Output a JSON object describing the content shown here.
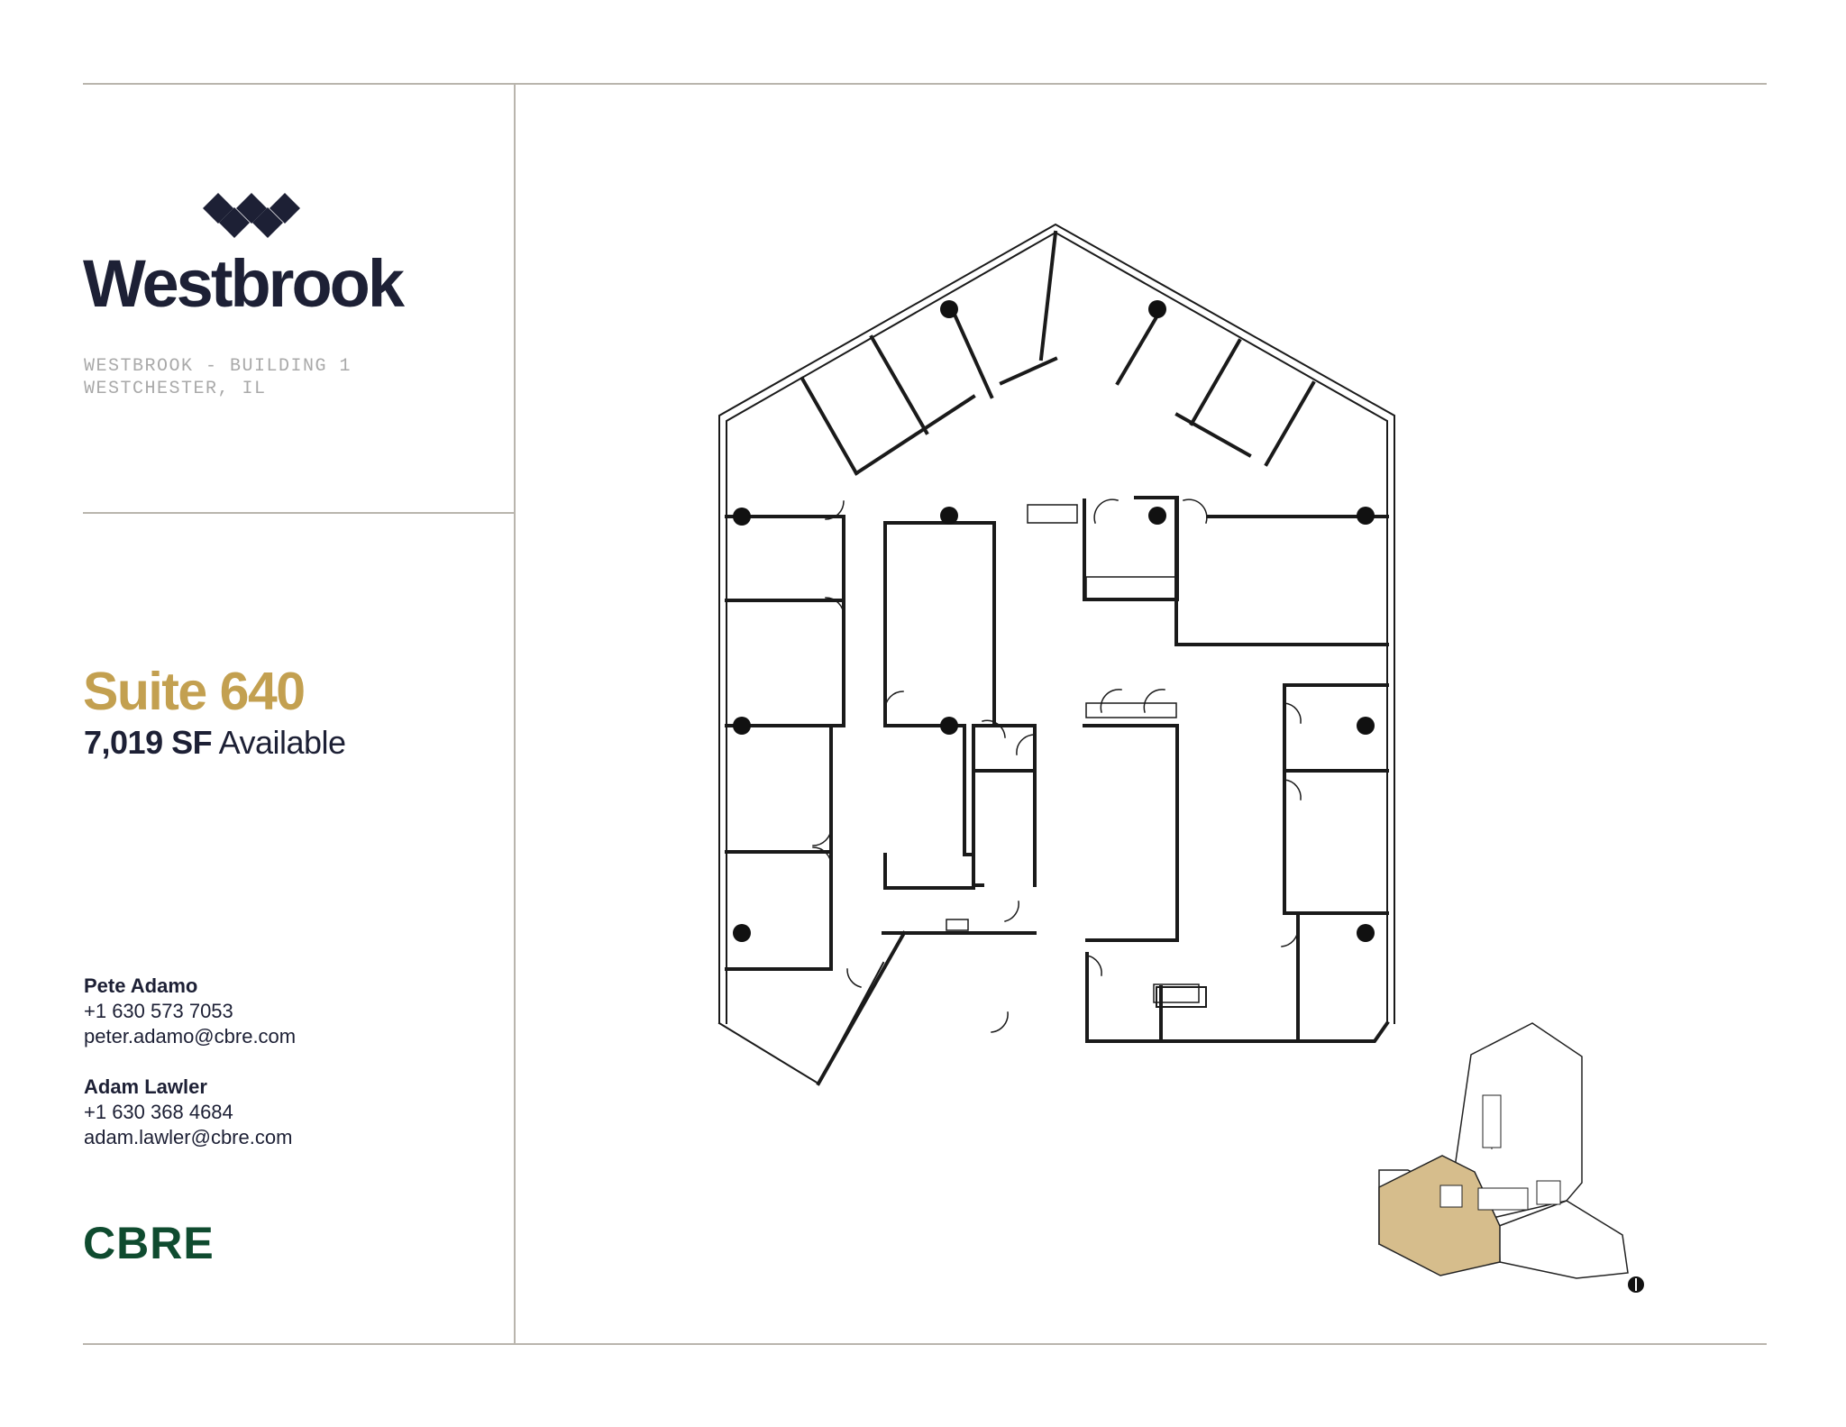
{
  "brand": {
    "name": "Westbrook",
    "address_line1": "WESTBROOK - BUILDING 1",
    "address_line2": "WESTCHESTER, IL"
  },
  "suite": {
    "title": "Suite 640",
    "size_value": "7,019 SF",
    "size_label": "Available"
  },
  "contacts": [
    {
      "name": "Pete Adamo",
      "phone": "+1 630 573 7053",
      "email": "peter.adamo@cbre.com"
    },
    {
      "name": "Adam Lawler",
      "phone": "+1 630 368 4684",
      "email": "adam.lawler@cbre.com"
    }
  ],
  "agency": {
    "name": "CBRE"
  },
  "colors": {
    "accent_gold": "#c3a050",
    "navy": "#1d2035",
    "cbre_green": "#0f4b2f",
    "highlight_tan": "#d6bd8c"
  },
  "icons": {
    "logo": "westbrook-diamonds-logo",
    "north": "north-arrow-icon"
  }
}
